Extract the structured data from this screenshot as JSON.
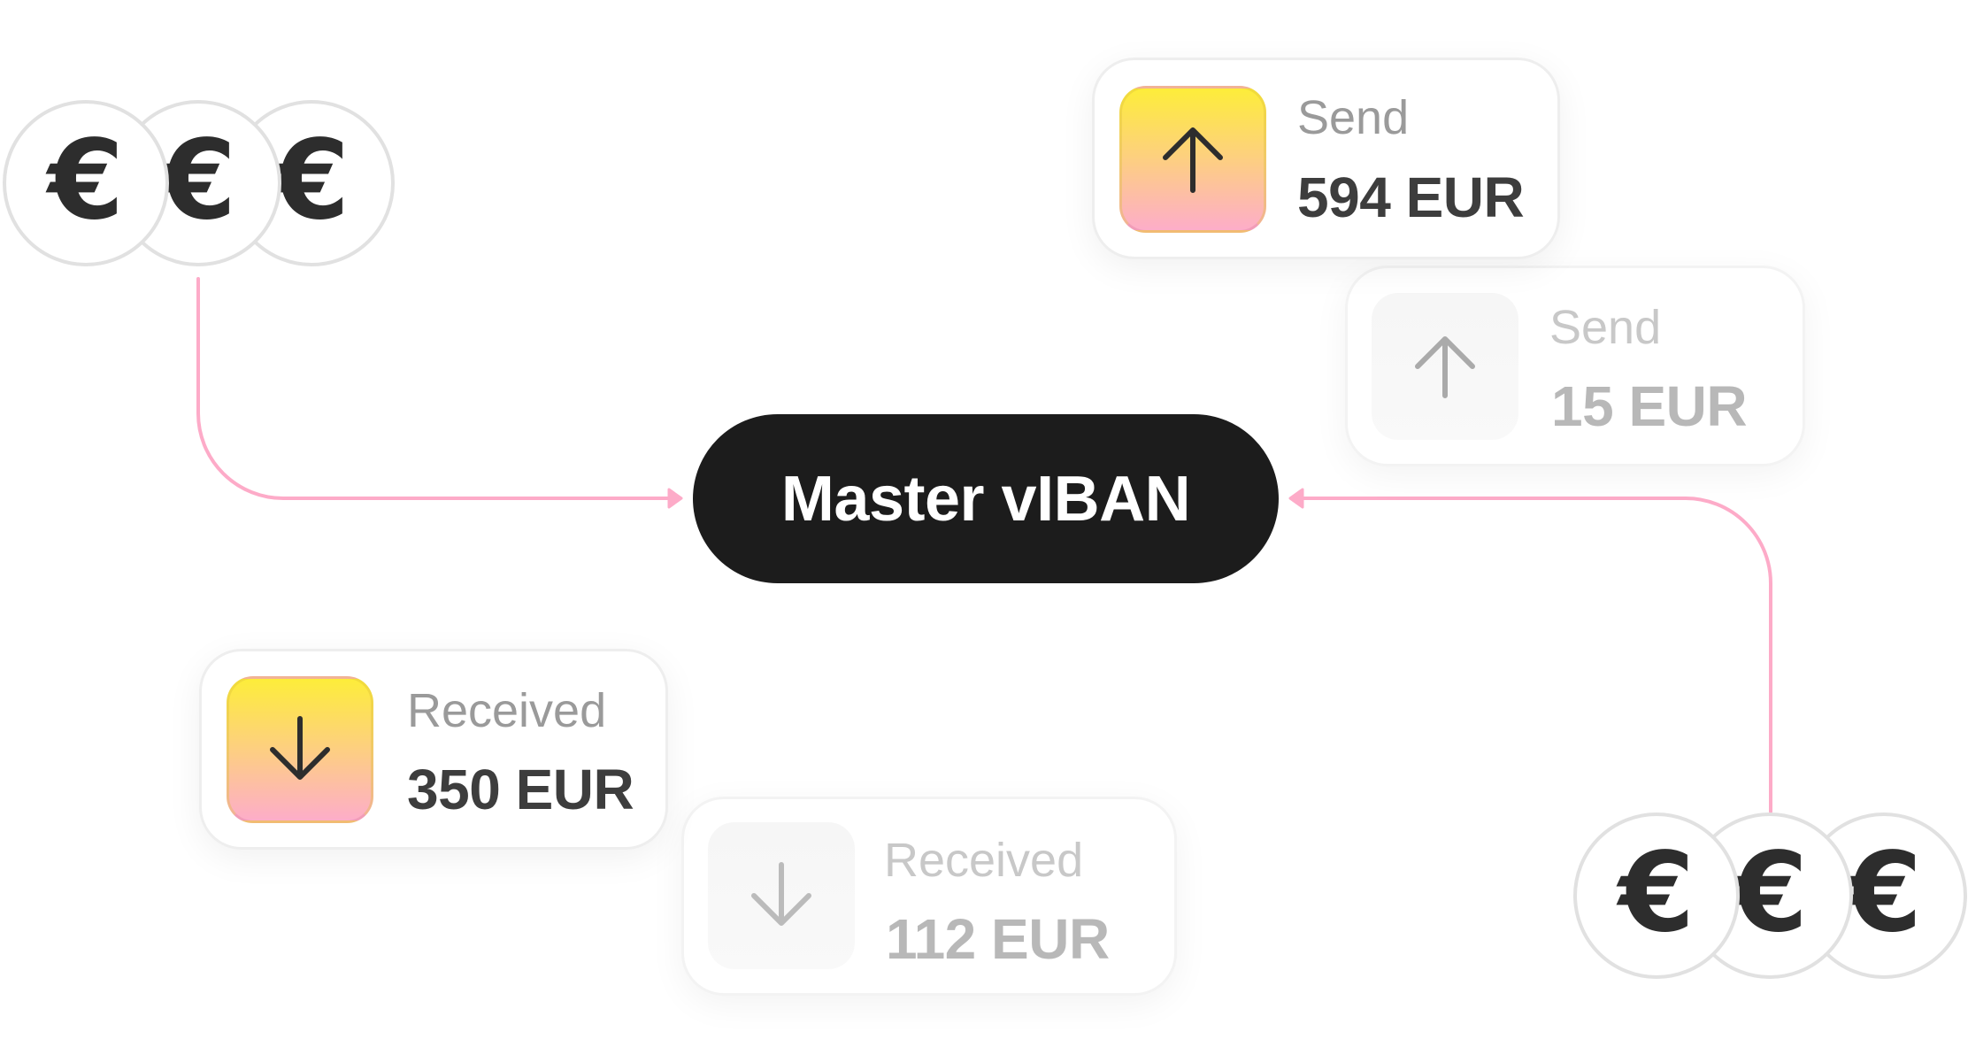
{
  "hub": {
    "label": "Master vIBAN"
  },
  "coins": {
    "top_left": [
      "€",
      "€",
      "€"
    ],
    "bottom_right": [
      "€",
      "€",
      "€"
    ],
    "currency_icon": "euro-icon"
  },
  "cards": {
    "send_front": {
      "label": "Send",
      "amount": "594 EUR",
      "icon": "arrow-up-icon"
    },
    "send_back": {
      "label": "Send",
      "amount": "15 EUR",
      "icon": "arrow-up-icon"
    },
    "received_front": {
      "label": "Received",
      "amount": "350 EUR",
      "icon": "arrow-down-icon"
    },
    "received_back": {
      "label": "Received",
      "amount": "112 EUR",
      "icon": "arrow-down-icon"
    }
  },
  "colors": {
    "connector": "#fdabc8",
    "hub_background": "#1c1c1c",
    "gradient_top": "#fded3a",
    "gradient_bottom": "#fdadc9",
    "coin_border": "#e1e1e1",
    "text_dark": "#3d3d3d",
    "text_muted": "#9a9a9a"
  }
}
